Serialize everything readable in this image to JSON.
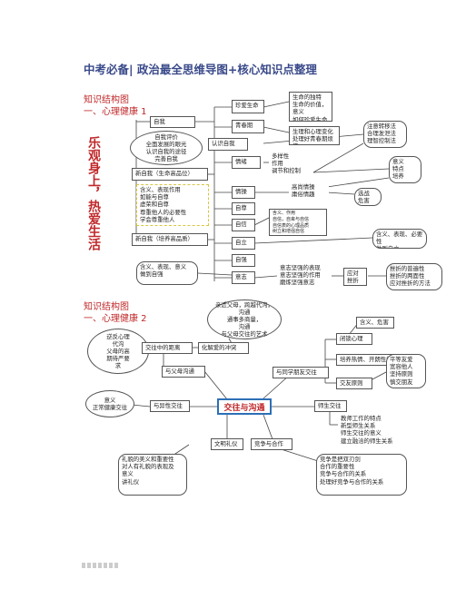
{
  "header": {
    "title": "中考必备| 政治最全思维导图+核心知识点整理"
  },
  "section1": {
    "title_line1": "知识结构图",
    "title_line2": "一、心理健康 1",
    "vertical_text": "乐观身上，热爱生活",
    "nodes": {
      "zhenai": "珍爱生命",
      "life_features": "生命的独特\n生命的价值，意义\n如何珍爱生命",
      "qingchunqi": "青春期",
      "body_change": "生理和心理变化\n处理好青春期烦恼",
      "self": "自我",
      "self_eval": "自我评价\n全面发展的眼光\n认识自我的途径\n完善自我",
      "renshi": "认识自我",
      "xin_zi": "新自我（生命高品位）",
      "qingxu": "情绪",
      "emotion_desc": "多样性\n作用\n调节和控制",
      "attention": "注意转移法\n合理发泄法\n理智控制法",
      "meaning_feat": "意义\n特点\n培养",
      "ziwei_desc": "含义、表现作用\n如能与自尊\n虚荣和自尊\n尊重他人的必要性\n学会尊重他人",
      "qingcao": "情操",
      "gaoshang": "高尚情操\n庸俗情趣",
      "xuanze": "选战\n危害",
      "zizun": "自尊",
      "zixin": "自信",
      "zixin_desc": "含义、作用\n自信，自卑与自信\n自信表的心理品质\n树立和增强自信",
      "zili": "自立",
      "zili_desc": "含义、表现、必要性\n做到自立",
      "zijiang": "自强",
      "xin_zi2": "新自我（培养高品质）",
      "ziqiang_desc": "含义、表现、意义\n做到自强",
      "yizhi": "意志",
      "will_desc": "意志坚强的表现\n意志坚强的作用\n磨炼坚强意志",
      "cuozhe": "应对\n挫折",
      "setback_desc": "挫折的普遍性\n挫折的两面性\n应对挫折的方法"
    }
  },
  "section2": {
    "title_line1": "知识结构图",
    "title_line2": "一、心理健康 2",
    "center": "交往与沟通",
    "nodes": {
      "parents_oval": "亲近父母，跨越代沟，沟通\n通事多商量，\n沟通\n与父母交往的艺术",
      "reverse_psy": "逆反心理\n代沟\n父母的高\n期待严要\n求",
      "jiaowang_julei": "交往中的距离",
      "huajie": "化解爱的冲突",
      "yu_fumu": "与父母沟通",
      "hanyi_weihai": "含义、危害",
      "bi_suo": "闭锁心理",
      "peiyang": "培养热情、开朗性格",
      "yu_tongxue": "与同学朋友交往",
      "jiaoyou": "交友原则",
      "pingdeng": "平等友爱\n宽容他人\n坚持原则\n慎交朋友",
      "meaning_normal": "意义\n正常健康交往",
      "yu_yixing": "与异性交往",
      "shisheng": "师生交往",
      "teacher_desc": "教师工作的特点\n新型师生关系\n师生交往的意义\n建立融洽的师生关系",
      "wenming": "文明礼仪",
      "jingzheng": "竞争与合作",
      "etiquette_desc": "礼貌的美义和重要性\n对人有礼貌的表现及\n意义\n讲礼仪",
      "compete_desc": "竞争是把双刃剑\n合作的重要性\n竞争与合作的关系\n处理好竞争与合作的关系"
    }
  }
}
